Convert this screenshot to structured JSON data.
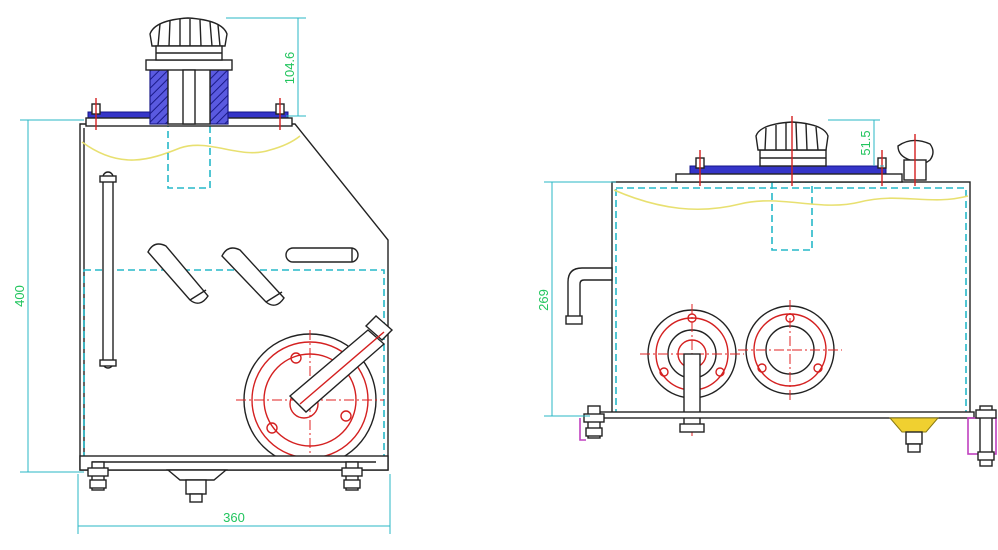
{
  "dimensions": {
    "cap_height": "104.6",
    "tank_height": "400",
    "tank_width": "360",
    "side_height": "269",
    "side_cap_height": "51.5"
  },
  "colors": {
    "outline": "#222222",
    "hidden_lines": "#26b8c8",
    "center_lines": "#e02020",
    "dimension_lines": "#2ab7c6",
    "dimension_text": "#22c55e",
    "flange": "#3535c8",
    "oil_level": "#e8e070"
  }
}
